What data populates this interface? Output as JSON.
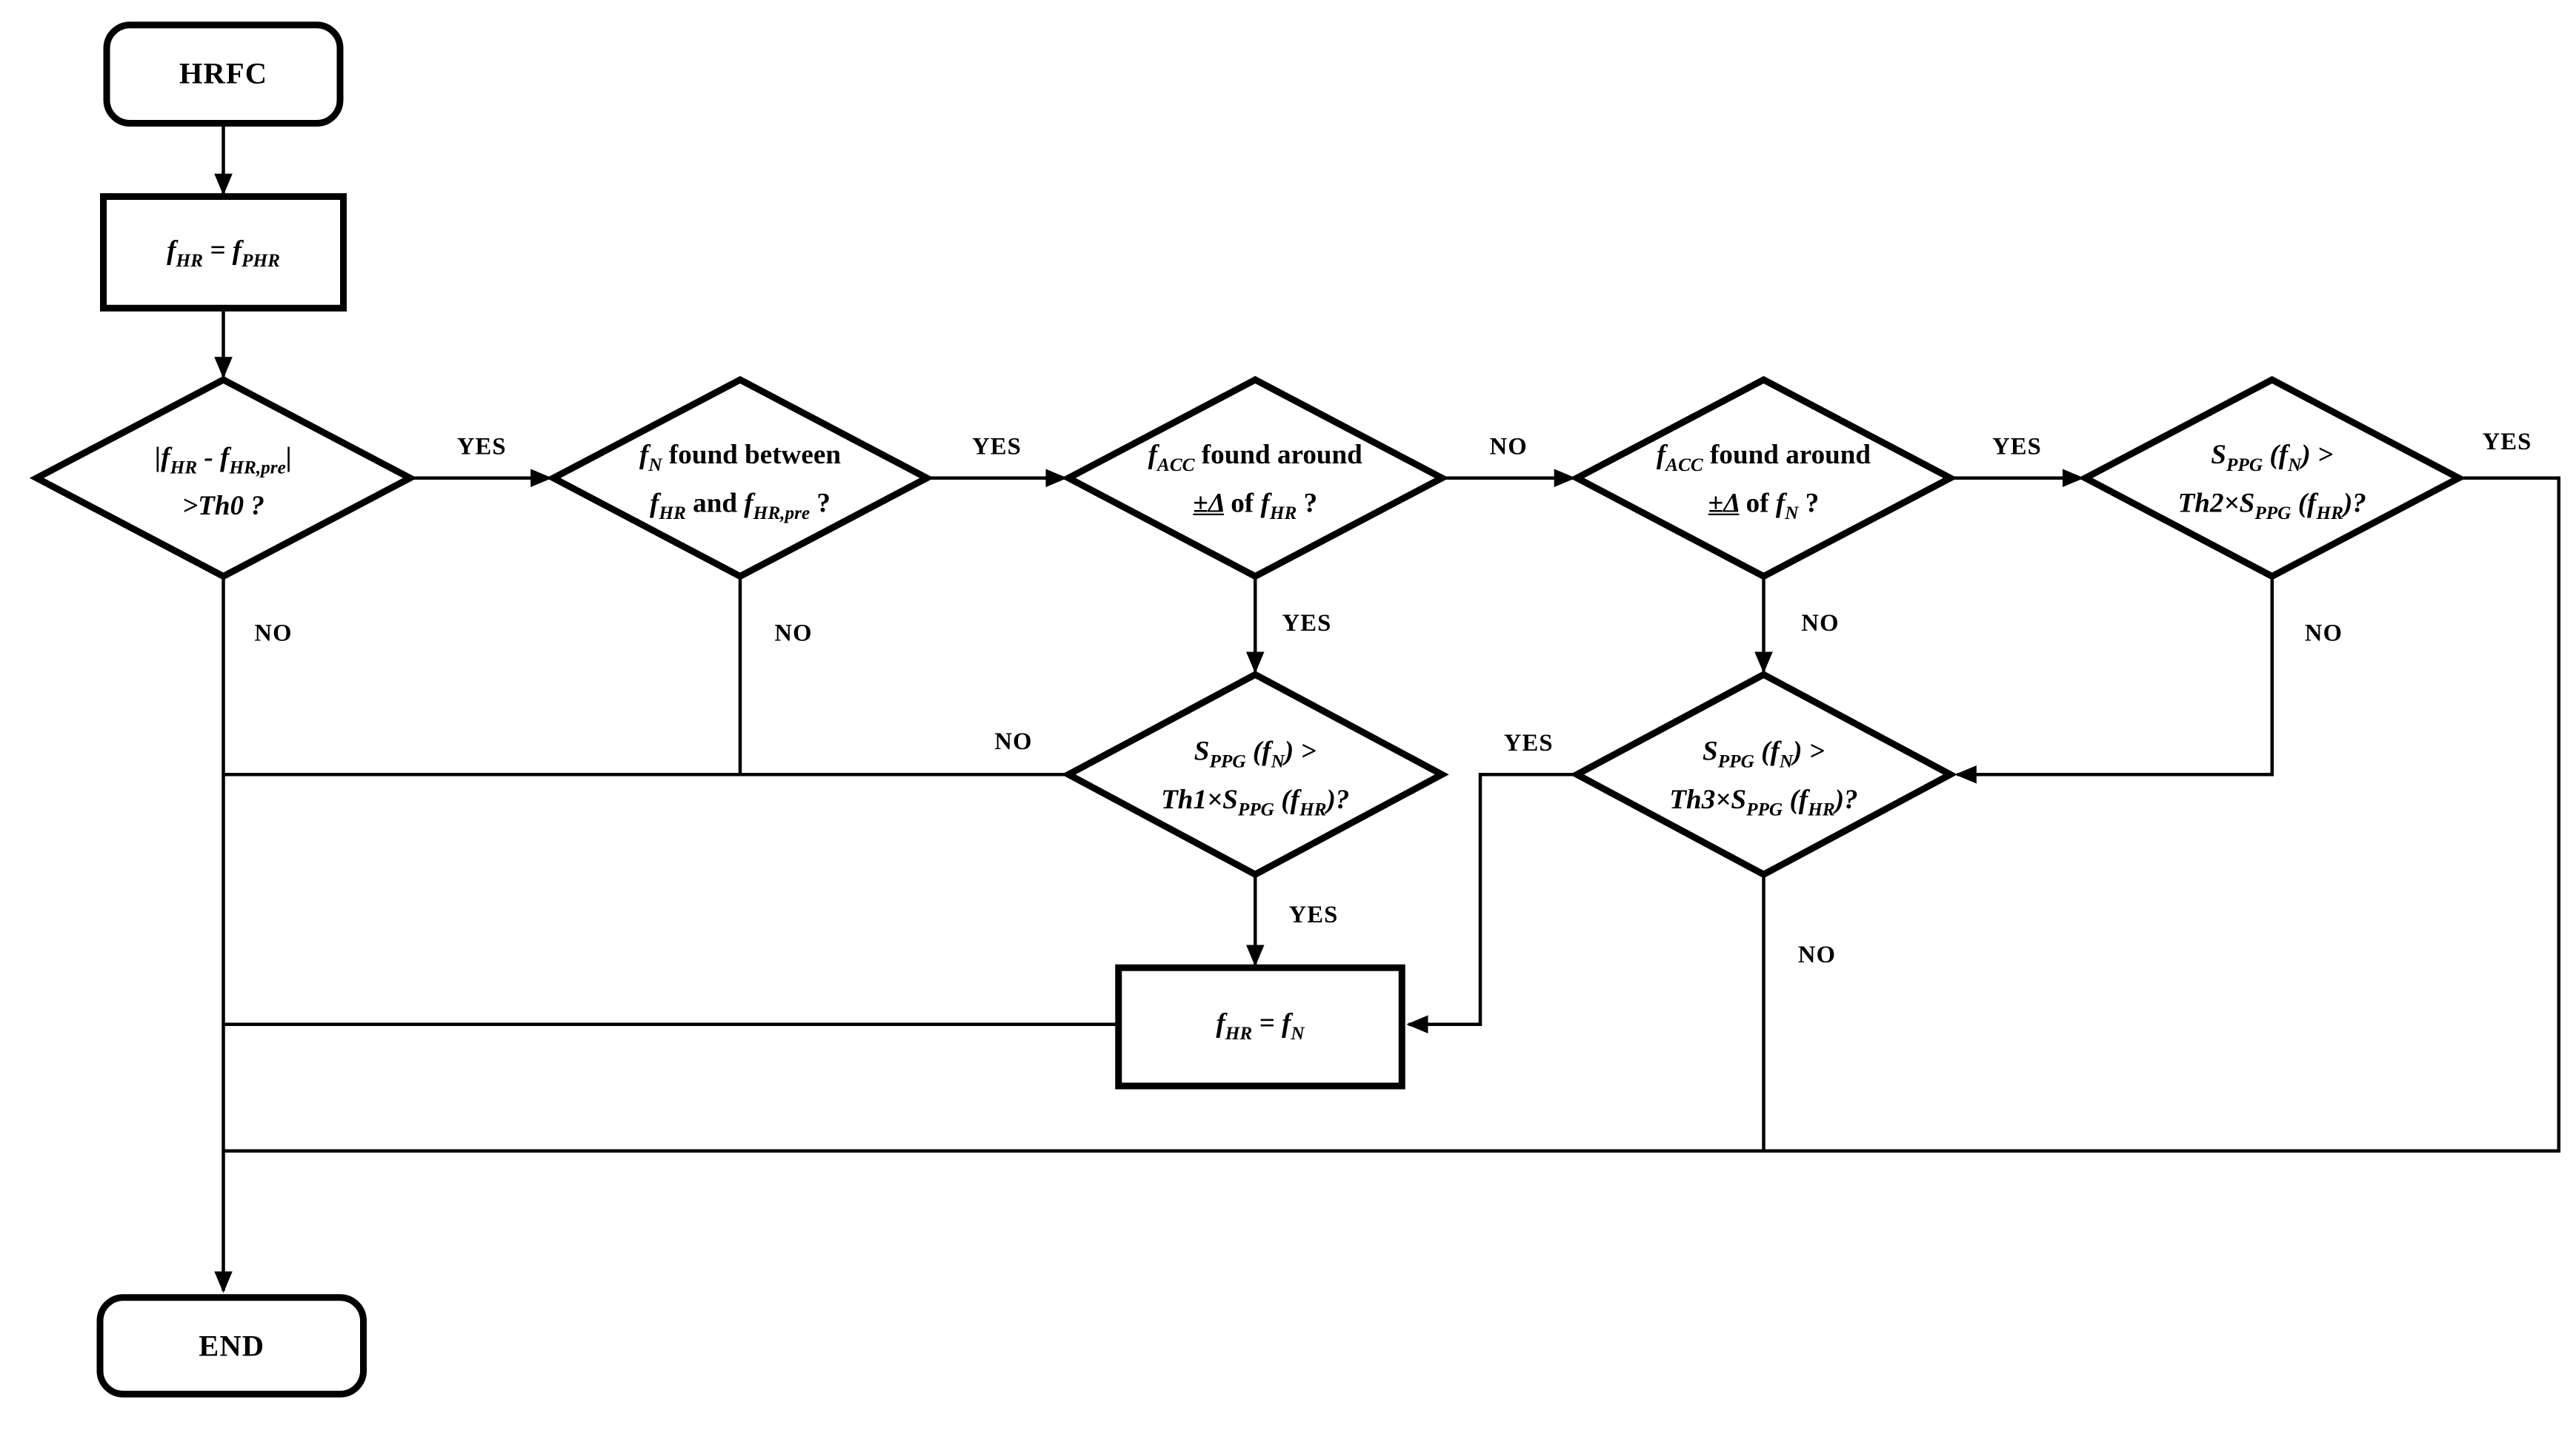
{
  "colors": {
    "background": "#ffffff",
    "line": "#000000",
    "text": "#000000"
  },
  "nodes": {
    "start": {
      "label": "HRFC"
    },
    "init": {
      "lines": [
        "f_{HR} = f_{PHR}"
      ]
    },
    "d_th0": {
      "lines": [
        "|f_{HR} - f_{HR,pre}|",
        ">Th0 ?"
      ]
    },
    "d_fn_between": {
      "lines": [
        "f_{N} [found between]",
        "f_{HR} [and] f_{HR,pre} [?]"
      ]
    },
    "d_facc_fhr": {
      "lines": [
        "f_{ACC} [found around]",
        "u{±Δ} [of] f_{HR} [?]"
      ]
    },
    "d_facc_fn": {
      "lines": [
        "f_{ACC} [found around]",
        "u{±Δ} [of] f_{N} [?]"
      ]
    },
    "d_th2": {
      "lines": [
        "S_{PPG} (f_{N}) >",
        "Th2×S_{PPG} (f_{HR})?"
      ]
    },
    "d_th1": {
      "lines": [
        "S_{PPG} (f_{N}) >",
        "Th1×S_{PPG} (f_{HR})?"
      ]
    },
    "d_th3": {
      "lines": [
        "S_{PPG} (f_{N}) >",
        "Th3×S_{PPG} (f_{HR})?"
      ]
    },
    "set_fn": {
      "lines": [
        "f_{HR} = f_{N}"
      ]
    },
    "end": {
      "label": "END"
    }
  },
  "edge_labels": {
    "th0_yes": "YES",
    "th0_no": "NO",
    "fn_between_yes": "YES",
    "fn_between_no": "NO",
    "facc_fhr_no": "NO",
    "facc_fhr_yes": "YES",
    "facc_fn_yes": "YES",
    "facc_fn_no": "NO",
    "th2_yes": "YES",
    "th2_no": "NO",
    "th1_no": "NO",
    "th1_yes": "YES",
    "th3_yes": "YES",
    "th3_no": "NO"
  }
}
